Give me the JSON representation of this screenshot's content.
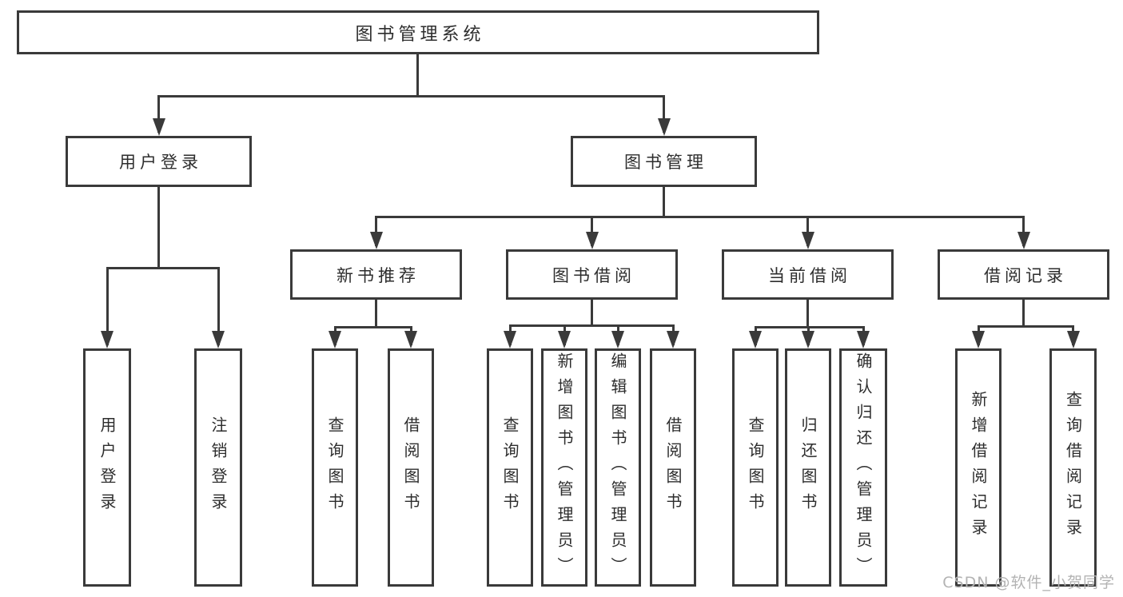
{
  "diagram": {
    "root": "图书管理系统",
    "level2": [
      "用户登录",
      "图书管理"
    ],
    "level3": [
      "新书推荐",
      "图书借阅",
      "当前借阅",
      "借阅记录"
    ],
    "leaves_user_login": [
      "用户登录",
      "注销登录"
    ],
    "leaves_new_books": [
      "查询图书",
      "借阅图书"
    ],
    "leaves_book_borrow": [
      "查询图书",
      "新增图书（管理员）",
      "编辑图书（管理员）",
      "借阅图书"
    ],
    "leaves_current_borrow": [
      "查询图书",
      "归还图书",
      "确认归还（管理员）"
    ],
    "leaves_borrow_records": [
      "新增借阅记录",
      "查询借阅记录"
    ]
  },
  "watermark": "CSDN @软件_小贺同学",
  "colors": {
    "line": "#3a3a3a",
    "text": "#2d2d2d",
    "watermark": "#b3b3b3",
    "background": "#ffffff"
  }
}
